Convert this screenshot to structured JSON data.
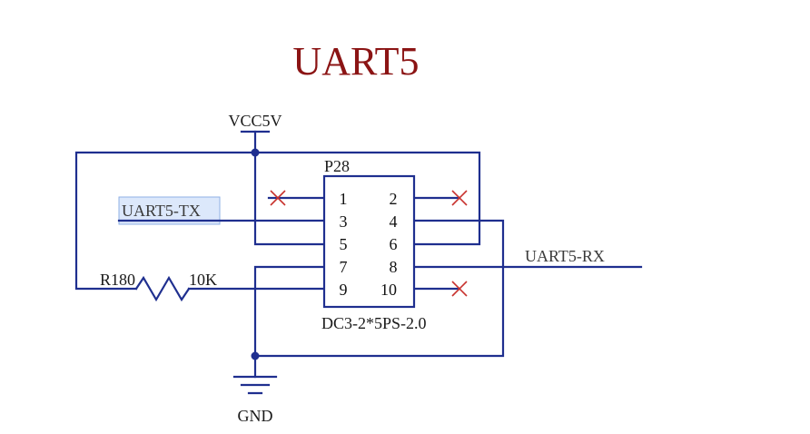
{
  "schematic": {
    "title": "UART5",
    "power": {
      "label": "VCC5V"
    },
    "ground": {
      "label": "GND"
    },
    "connector": {
      "designator": "P28",
      "part_number": "DC3-2*5PS-2.0",
      "pins": [
        "1",
        "2",
        "3",
        "4",
        "5",
        "6",
        "7",
        "8",
        "9",
        "10"
      ]
    },
    "nets": {
      "tx": "UART5-TX",
      "rx": "UART5-RX"
    },
    "resistor": {
      "designator": "R180",
      "value": "10K"
    },
    "colors": {
      "wire": "#1f2f8f",
      "title": "#8b1414",
      "no_connect": "#c8322e",
      "highlight": "#dce8fb"
    }
  }
}
